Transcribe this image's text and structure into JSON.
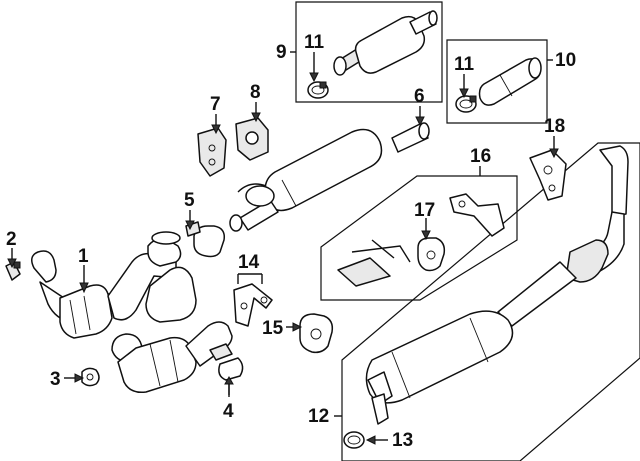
{
  "diagram": {
    "callouts": [
      {
        "id": "1",
        "label": "1"
      },
      {
        "id": "2",
        "label": "2"
      },
      {
        "id": "3",
        "label": "3"
      },
      {
        "id": "4",
        "label": "4"
      },
      {
        "id": "5",
        "label": "5"
      },
      {
        "id": "6",
        "label": "6"
      },
      {
        "id": "7",
        "label": "7"
      },
      {
        "id": "8",
        "label": "8"
      },
      {
        "id": "9",
        "label": "9"
      },
      {
        "id": "10",
        "label": "10"
      },
      {
        "id": "11a",
        "label": "11"
      },
      {
        "id": "11b",
        "label": "11"
      },
      {
        "id": "12",
        "label": "12"
      },
      {
        "id": "13",
        "label": "13"
      },
      {
        "id": "14",
        "label": "14"
      },
      {
        "id": "15",
        "label": "15"
      },
      {
        "id": "16",
        "label": "16"
      },
      {
        "id": "17",
        "label": "17"
      },
      {
        "id": "18",
        "label": "18"
      }
    ]
  }
}
